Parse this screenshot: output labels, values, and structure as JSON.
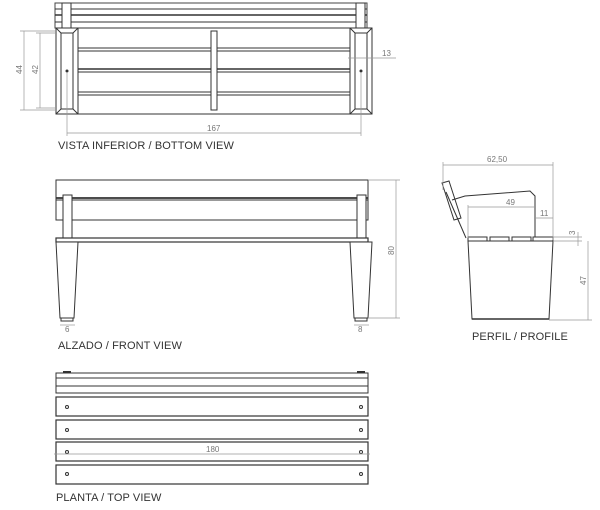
{
  "views": {
    "bottom": {
      "label": "VISTA INFERIOR / BOTTOM VIEW",
      "dims": {
        "outer_height": "44",
        "inner_height": "42",
        "leg_width": "13",
        "length": "167"
      }
    },
    "front": {
      "label": "ALZADO / FRONT VIEW",
      "dims": {
        "foot_left": "6",
        "foot_right": "8",
        "total_height": "80"
      }
    },
    "profile": {
      "label": "PERFIL / PROFILE",
      "dims": {
        "depth": "62,50",
        "seat_depth": "49",
        "armrest": "11",
        "slat": "3",
        "seat_height": "47"
      }
    },
    "top": {
      "label": "PLANTA / TOP VIEW",
      "dims": {
        "length": "180"
      }
    }
  },
  "colors": {
    "line": "#333333",
    "dim_line": "#999999",
    "dim_text": "#777777"
  }
}
